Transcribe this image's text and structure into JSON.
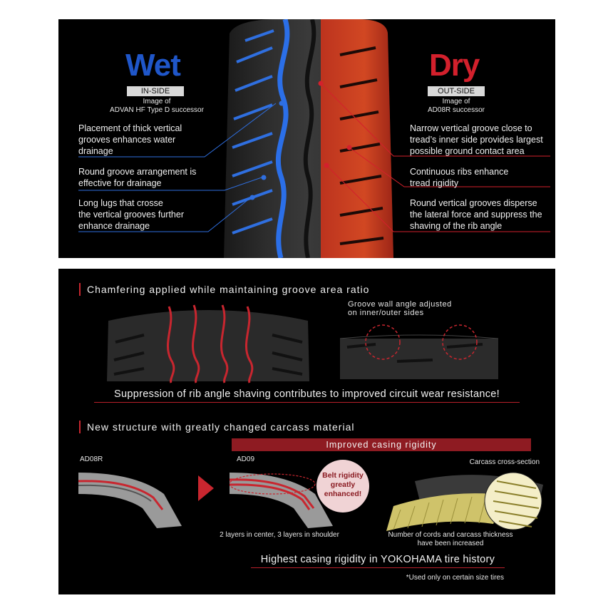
{
  "top": {
    "wet": {
      "title": "Wet",
      "tag": "IN-SIDE",
      "image_caption_line1": "Image of",
      "image_caption_line2": "ADVAN HF Type D successor",
      "features": [
        {
          "line1": "Placement of thick vertical",
          "line2": "grooves enhances water",
          "line3": "drainage"
        },
        {
          "line1": "Round groove arrangement is",
          "line2": "effective for drainage",
          "line3": ""
        },
        {
          "line1": "Long lugs that crosse",
          "line2": "the vertical grooves further",
          "line3": "enhance drainage"
        }
      ]
    },
    "dry": {
      "title": "Dry",
      "tag": "OUT-SIDE",
      "image_caption_line1": "Image of",
      "image_caption_line2": "AD08R successor",
      "features": [
        {
          "line1": "Narrow vertical groove close to",
          "line2": "tread’s inner side provides largest",
          "line3": "possible ground contact area"
        },
        {
          "line1": "Continuous ribs enhance",
          "line2": "tread rigidity",
          "line3": ""
        },
        {
          "line1": "Round vertical grooves disperse",
          "line2": "the lateral force and suppress the",
          "line3": "shaving of the rib angle"
        }
      ]
    }
  },
  "bottom": {
    "section1": {
      "heading": "Chamfering applied while maintaining groove area ratio",
      "groove_note_line1": "Groove wall angle adjusted",
      "groove_note_line2": "on inner/outer sides",
      "conclusion": "Suppression of rib angle shaving contributes to improved circuit wear resistance!"
    },
    "section2": {
      "heading": "New structure with greatly changed carcass material",
      "banner": "Improved casing rigidity",
      "old_label": "AD08R",
      "new_label": "AD09",
      "badge_line1": "Belt rigidity",
      "badge_line2": "greatly",
      "badge_line3": "enhanced!",
      "cross_section_label": "Carcass cross-section",
      "layers_caption": "2 layers in center, 3 layers in shoulder",
      "cords_caption_line1": "Number of cords and carcass thickness",
      "cords_caption_line2": "have been increased",
      "conclusion": "Highest casing rigidity in YOKOHAMA tire history",
      "footnote": "*Used only on certain size tires"
    }
  },
  "colors": {
    "wet": "#1f56c9",
    "dry": "#d3202c",
    "accent": "#b8202a",
    "panel": "#000000"
  }
}
